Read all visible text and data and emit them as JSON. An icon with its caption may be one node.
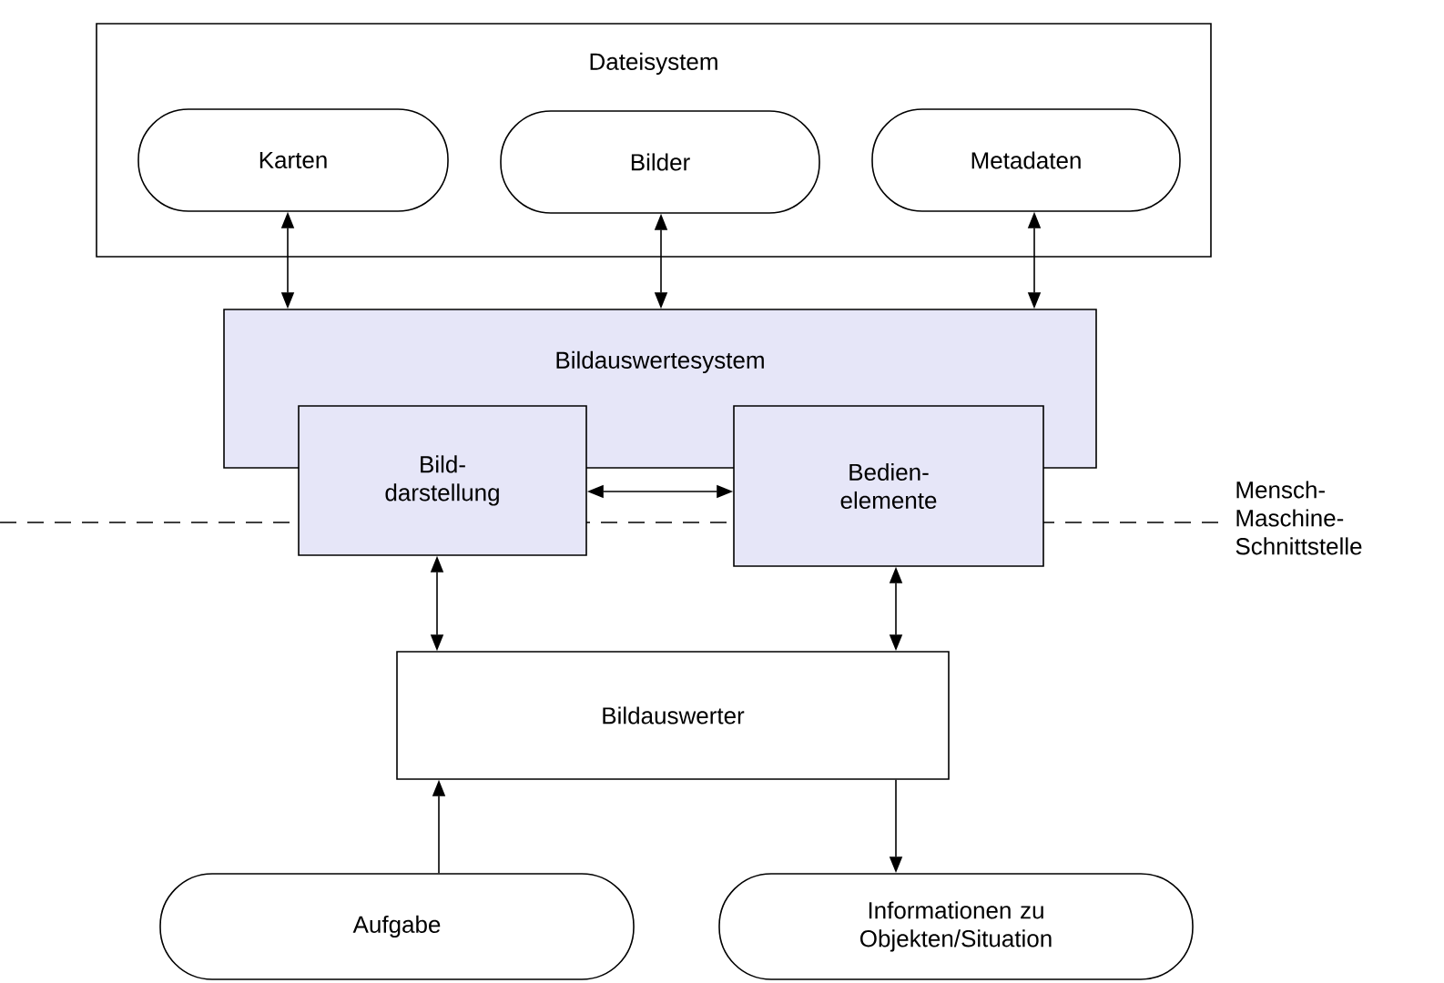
{
  "diagram": {
    "nodes": [
      {
        "text": [
          "Dateisystem"
        ]
      },
      {
        "text": [
          "Karten"
        ],
        "in": 0
      },
      {
        "text": [
          "Bilder"
        ],
        "in": 0
      },
      {
        "text": [
          "Metadaten"
        ],
        "in": 0
      },
      {
        "text": [
          "Bildauswertesystem"
        ]
      },
      {
        "text": [
          "Bild- darstellung"
        ]
      },
      {
        "text": [
          "Bedien- elemente"
        ]
      },
      {
        "text": [
          "Bildauswerter"
        ]
      },
      {
        "text": [
          "Aufgabe"
        ]
      },
      {
        "text": [
          "Informationen zu Objekten/Situation"
        ]
      }
    ],
    "edges": [
      {
        "from": 1,
        "to": 4,
        "arrow": "both"
      },
      {
        "from": 2,
        "to": 4,
        "arrow": "both"
      },
      {
        "from": 3,
        "to": 4,
        "arrow": "both"
      },
      {
        "from": 5,
        "to": 6,
        "arrow": "both"
      },
      {
        "from": 5,
        "to": 7,
        "arrow": "both"
      },
      {
        "from": 6,
        "to": 7,
        "arrow": "both"
      },
      {
        "from": 8,
        "to": 7,
        "arrow": "to"
      },
      {
        "from": 7,
        "to": 9,
        "arrow": "to"
      }
    ],
    "labels": [
      "Mensch- Maschine- Schnittstelle"
    ]
  }
}
